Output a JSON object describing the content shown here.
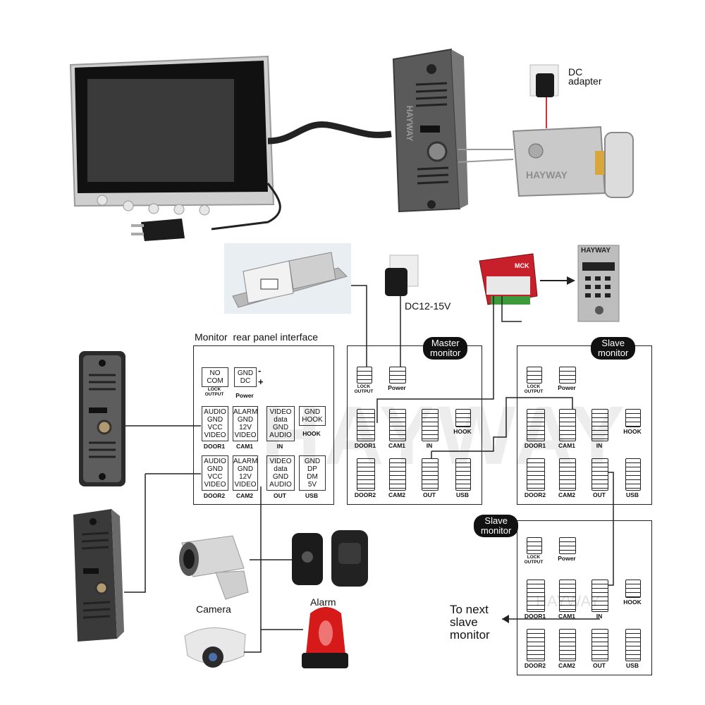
{
  "labels": {
    "dc_adapter": "DC\nadapter",
    "dc_voltage": "DC12-15V",
    "rear_panel_title": "Monitor  rear panel interface",
    "master_monitor": "Master\nmonitor",
    "slave_monitor_1": "Slave\nmonitor",
    "slave_monitor_2": "Slave\nmonitor",
    "camera": "Camera",
    "alarm": "Alarm",
    "to_next": "To next\nslave\nmonitor"
  },
  "brand": {
    "lock_brand": "HAYWAY",
    "panel_brand": "HAYWAY",
    "doorbell_brand": "HAYWAY",
    "mck_label": "MCK",
    "watermark": "HAYWAY",
    "watermark_small": "HAYWAY"
  },
  "rear_panel": {
    "lock": "NO\nCOM",
    "lock_tag": "LOCK\nOUTPUT",
    "power": "GND\nDC",
    "power_minus": "-",
    "power_plus": "+",
    "power_tag": "Power",
    "door1": "AUDIO\nGND\nVCC\nVIDEO",
    "door1_tag": "DOOR1",
    "cam1": "ALARM\nGND\n12V\nVIDEO",
    "cam1_tag": "CAM1",
    "in": "VIDEO\ndata\nGND\nAUDIO",
    "in_tag": "IN",
    "hook": "GND\nHOOK",
    "hook_tag": "HOOK",
    "door2": "AUDIO\nGND\nVCC\nVIDEO",
    "door2_tag": "DOOR2",
    "cam2": "ALARM\nGND\n12V\nVIDEO",
    "cam2_tag": "CAM2",
    "out": "VIDEO\ndata\nGND\nAUDIO",
    "out_tag": "OUT",
    "usb": "GND\nDP\nDM\n5V",
    "usb_tag": "USB"
  },
  "ports": {
    "lock": "LOCK\nOUTPUT",
    "power": "Power",
    "door1": "DOOR1",
    "cam1": "CAM1",
    "in": "IN",
    "hook": "HOOK",
    "door2": "DOOR2",
    "cam2": "CAM2",
    "out": "OUT",
    "usb": "USB"
  },
  "colors": {
    "wire": "#222222",
    "metal": "#5a5a5a",
    "chrome": "#c9c9c9",
    "screen": "#3a3a3a",
    "alarm_red": "#d61a1a",
    "mck_red": "#c8202a"
  }
}
